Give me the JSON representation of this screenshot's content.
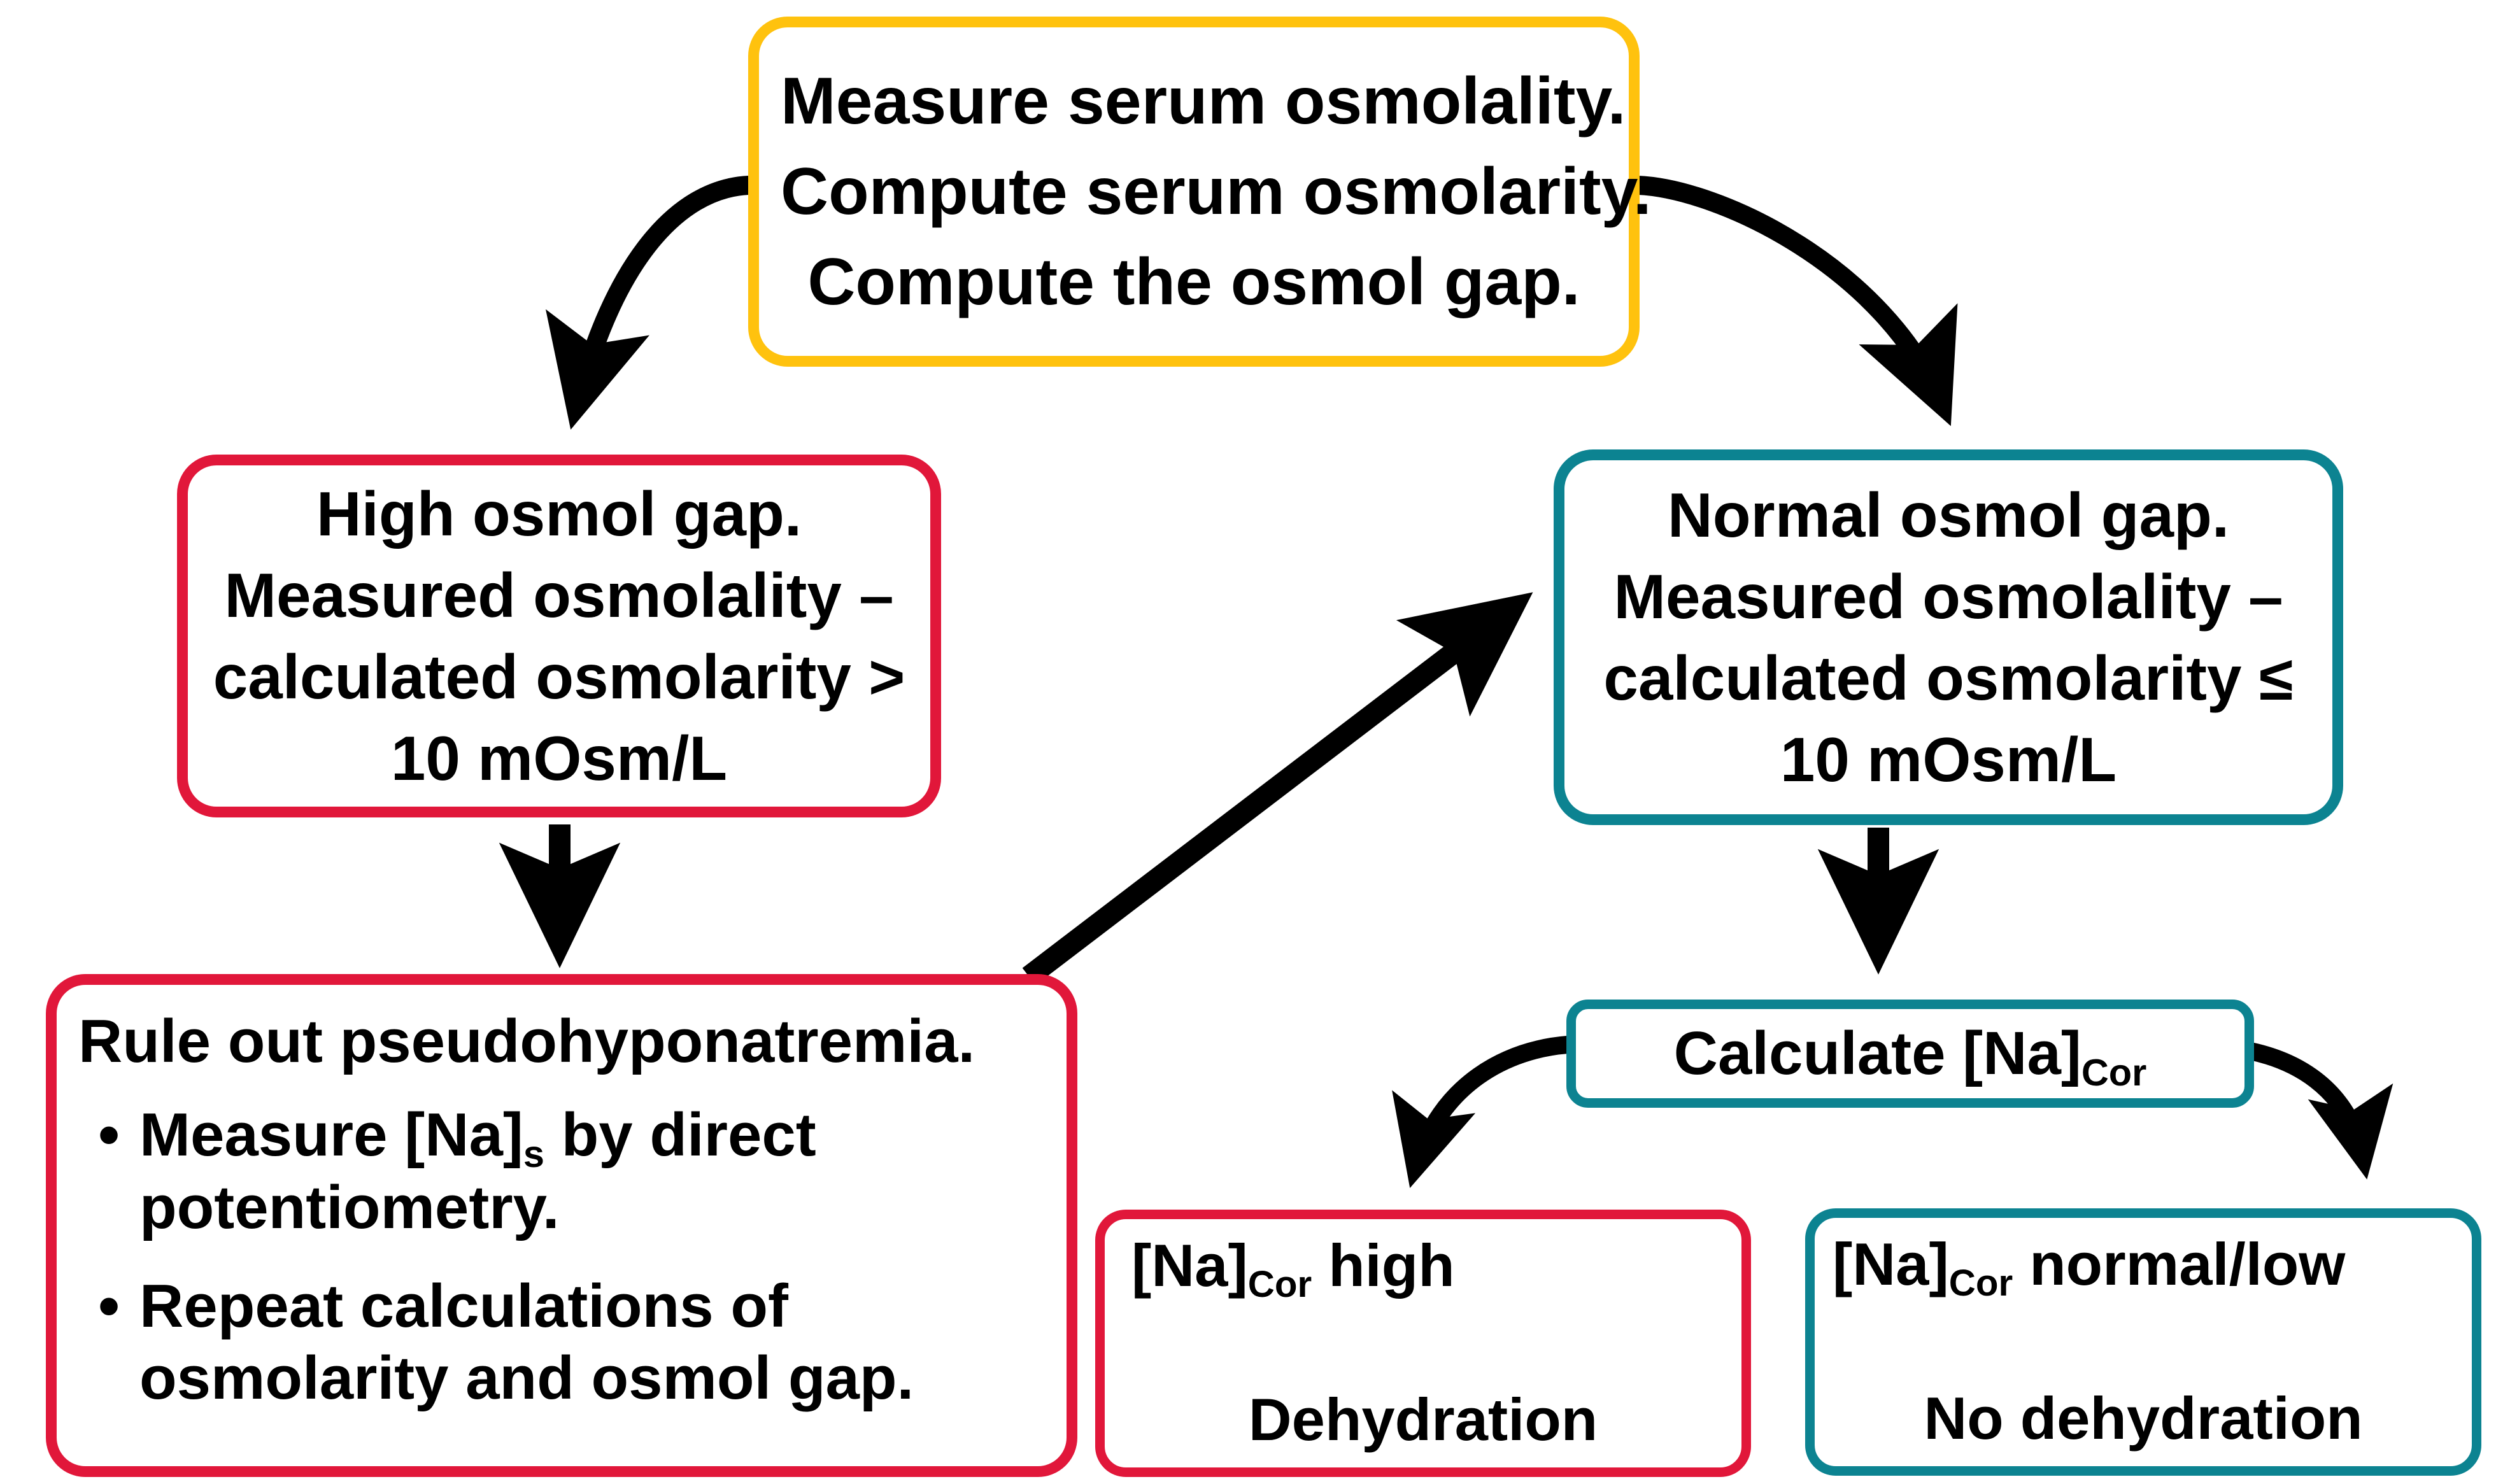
{
  "diagram": {
    "title": "Osmol gap and corrected sodium clinical algorithm",
    "colors": {
      "amber": "#FFC20E",
      "red": "#E1173A",
      "teal": "#0C8391",
      "arrow": "#000000",
      "background": "#FFFFFF"
    },
    "nodes": {
      "top": {
        "border_color": "#FFC20E",
        "lines": [
          "Measure serum osmolality.",
          "Compute serum osmolarity.",
          "Compute the osmol gap."
        ]
      },
      "high_gap": {
        "border_color": "#E1173A",
        "lines": [
          "High osmol gap.",
          "Measured osmolality –",
          "calculated osmolarity >",
          "10 mOsm/L"
        ]
      },
      "normal_gap": {
        "border_color": "#0C8391",
        "lines": [
          "Normal osmol gap.",
          "Measured osmolality –",
          "calculated osmolarity ≤",
          "10 mOsm/L"
        ]
      },
      "pseudohyponatremia": {
        "border_color": "#E1173A",
        "title": "Rule out pseudohyponatremia.",
        "bullet_char": "•",
        "bullets": [
          {
            "prefix": "Measure [Na]",
            "subscript": "s",
            "suffix": " by direct potentiometry."
          },
          {
            "prefix": "Repeat calculations of osmolarity and osmol gap.",
            "subscript": "",
            "suffix": ""
          }
        ]
      },
      "calculate_na_cor": {
        "border_color": "#0C8391",
        "prefix": "Calculate [Na]",
        "subscript": "Cor",
        "suffix": ""
      },
      "na_cor_high": {
        "border_color": "#E1173A",
        "prefix": "[Na]",
        "subscript": "Cor",
        "suffix": " high",
        "second_line": "Dehydration"
      },
      "na_cor_normal_low": {
        "border_color": "#0C8391",
        "prefix": "[Na]",
        "subscript": "Cor",
        "suffix": " normal/low",
        "second_line": "No dehydration"
      }
    },
    "edges": [
      {
        "id": "top-to-high",
        "kind": "curved-arrow",
        "from": "top",
        "to": "high_gap"
      },
      {
        "id": "top-to-normal",
        "kind": "curved-arrow",
        "from": "top",
        "to": "normal_gap"
      },
      {
        "id": "high-to-pseudo",
        "kind": "straight-arrow",
        "from": "high_gap",
        "to": "pseudohyponatremia"
      },
      {
        "id": "pseudo-to-normal",
        "kind": "diagonal-arrow",
        "from": "pseudohyponatremia",
        "to": "normal_gap"
      },
      {
        "id": "normal-to-calc",
        "kind": "straight-arrow",
        "from": "normal_gap",
        "to": "calculate_na_cor"
      },
      {
        "id": "calc-to-high",
        "kind": "curved-arrow",
        "from": "calculate_na_cor",
        "to": "na_cor_high"
      },
      {
        "id": "calc-to-normallow",
        "kind": "curved-arrow",
        "from": "calculate_na_cor",
        "to": "na_cor_normal_low"
      }
    ]
  }
}
